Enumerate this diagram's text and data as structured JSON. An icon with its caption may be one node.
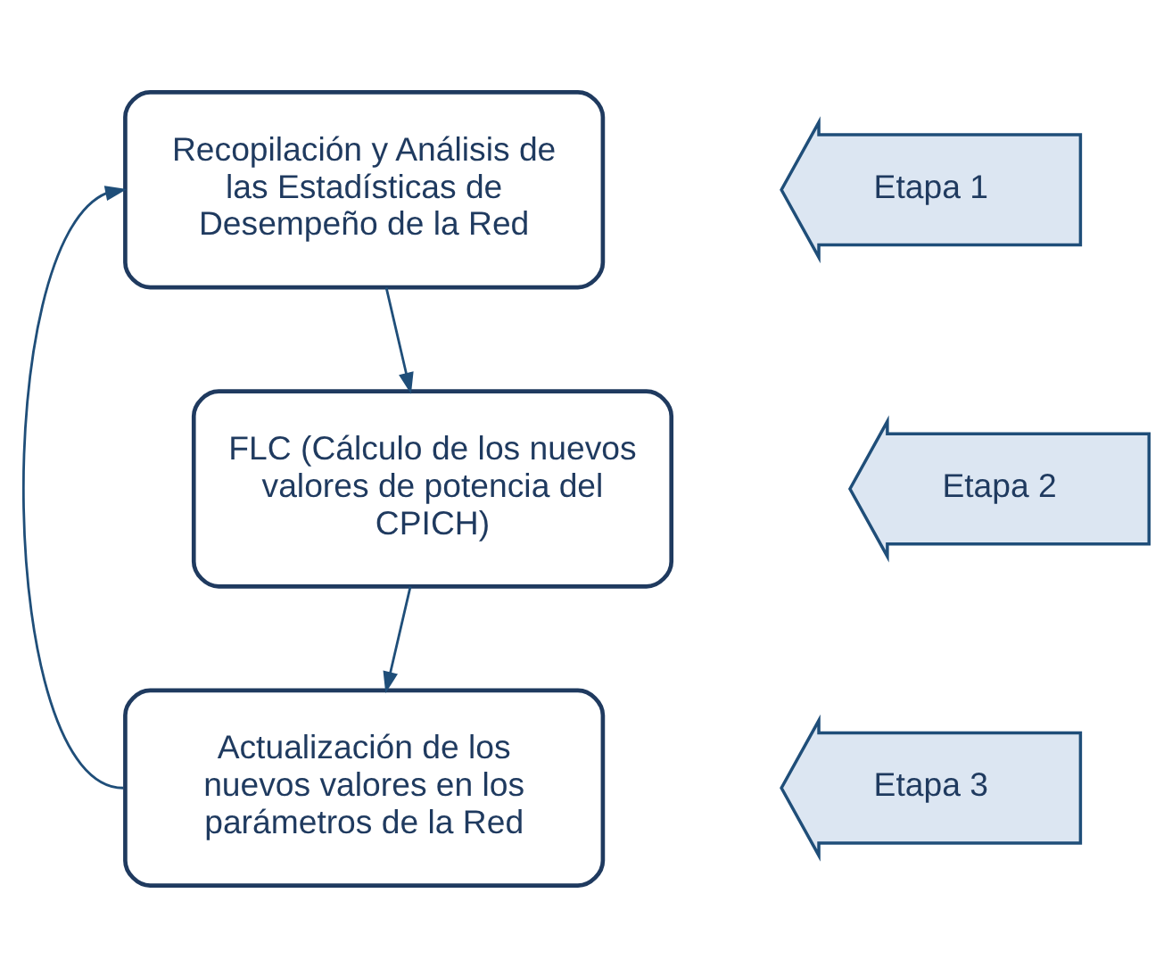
{
  "diagram": {
    "nodes": [
      {
        "text": [
          "Recopilación y Análisis de las Estadísticas de Desempeño de la Red"
        ]
      },
      {
        "text": [
          "FLC (Cálculo de los nuevos valores de potencia del CPICH)"
        ]
      },
      {
        "text": [
          "Actualización de los nuevos valores en los parámetros de la Red"
        ]
      },
      {
        "text": [
          "Etapa 1"
        ]
      },
      {
        "text": [
          "Etapa 2"
        ]
      },
      {
        "text": [
          "Etapa 3"
        ]
      }
    ],
    "edges": [
      {
        "from": 0,
        "to": 1,
        "arrow": "to"
      },
      {
        "from": 1,
        "to": 2,
        "arrow": "to"
      },
      {
        "from": 2,
        "to": 0,
        "arrow": "to"
      }
    ]
  }
}
